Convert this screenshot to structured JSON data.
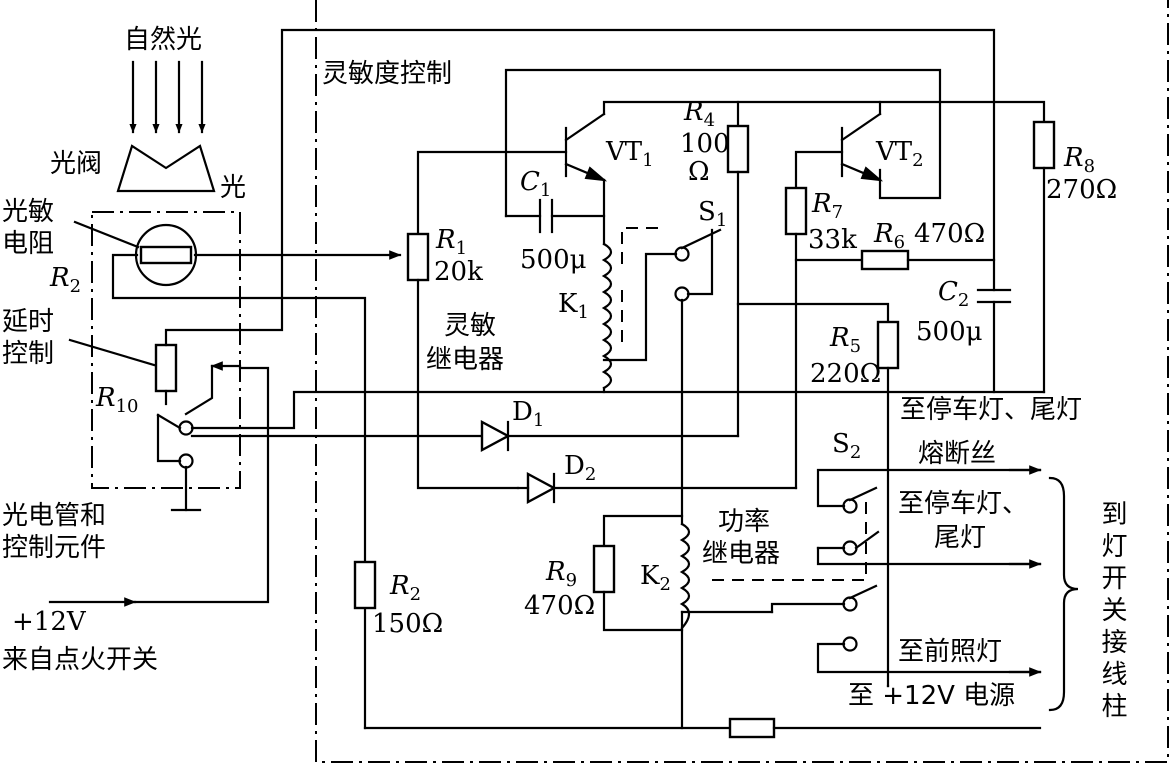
{
  "labels": {
    "natural_light": "自然光",
    "light_valve": "光阀",
    "light": "光",
    "photoresistor_l1": "光敏",
    "photoresistor_l2": "电阻",
    "r2_left": "R",
    "r2_left_sub": "2",
    "delay_l1": "延时",
    "delay_l2": "控制",
    "r10": "R",
    "r10_sub": "10",
    "phototube_l1": "光电管和",
    "phototube_l2": "控制元件",
    "plus12v": "+12V",
    "from_ignition": "来自点火开关",
    "sensitivity_control": "灵敏度控制",
    "r1": "R",
    "r1_sub": "1",
    "r1_val": "20k",
    "sensitive_relay_l1": "灵敏",
    "sensitive_relay_l2": "继电器",
    "c1": "C",
    "c1_sub": "1",
    "c1_val": "500μ",
    "k1": "K",
    "k1_sub": "1",
    "vt1": "VT",
    "vt1_sub": "1",
    "r4": "R",
    "r4_sub": "4",
    "r4_val1": "100",
    "r4_val2": "Ω",
    "s1": "S",
    "s1_sub": "1",
    "vt2": "VT",
    "vt2_sub": "2",
    "r7": "R",
    "r7_sub": "7",
    "r7_val": "33k",
    "r6": "R",
    "r6_sub": "6",
    "r6_val": "470Ω",
    "r8": "R",
    "r8_sub": "8",
    "r8_val": "270Ω",
    "c2": "C",
    "c2_sub": "2",
    "c2_val": "500μ",
    "r5": "R",
    "r5_sub": "5",
    "r5_val": "220Ω",
    "to_parking_tail": "至停车灯、尾灯",
    "d1": "D",
    "d1_sub": "1",
    "d2": "D",
    "d2_sub": "2",
    "s2": "S",
    "s2_sub": "2",
    "fuse": "熔断丝",
    "to_parking_l1": "至停车灯、",
    "to_parking_l2": "尾灯",
    "power_relay_l1": "功率",
    "power_relay_l2": "继电器",
    "r9": "R",
    "r9_sub": "9",
    "r9_val": "470Ω",
    "k2": "K",
    "k2_sub": "2",
    "r2": "R",
    "r2_sub": "2",
    "r2_val": "150Ω",
    "to_headlight": "至前照灯",
    "to_12v": "至 +12V 电源",
    "terminal_vertical": "到灯开关接线柱"
  }
}
